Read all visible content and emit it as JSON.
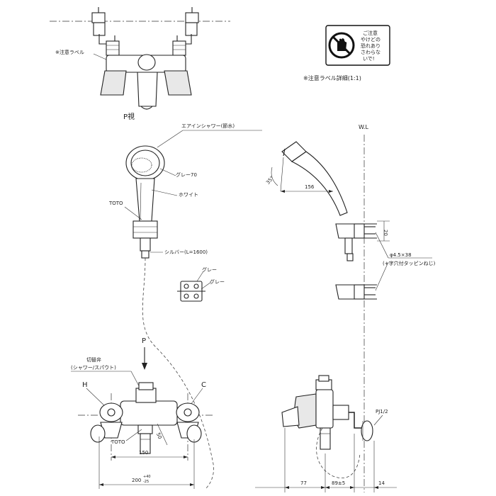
{
  "labels": {
    "caution_label": "※注意ラベル",
    "caution_label_detail": "※注意ラベル詳細(1:1)",
    "caution_badge_text": [
      "ご注意",
      "やけどの",
      "恐れあり",
      "さわらな",
      "いで!"
    ],
    "p_view": "P視",
    "p_arrow": "P",
    "aerated_shower": "エアインシャワー(節水)",
    "gray70": "グレー70",
    "white": "ホワイト",
    "toto_hose": "TOTO",
    "silver_hose": "シルバー(L=1600)",
    "gray_a": "グレー",
    "gray_b": "グレー",
    "switch_valve": "切替弁",
    "switch_valve_modes": "(シャワー/スパウト)",
    "hot": "H",
    "cold": "C",
    "toto_body": "TOTO",
    "wl": "W.L",
    "angle": "35°",
    "screw": "φ4.5×38",
    "screw_note": "(+字穴付タッピンねじ)",
    "pj": "PJ1/2"
  },
  "dimensions": {
    "d156": "156",
    "d20": "20",
    "d50": "50",
    "d150": "150",
    "d200": "200",
    "d200_tol_plus": "+40",
    "d200_tol_minus": "-25",
    "d77": "77",
    "d89": "89±5",
    "d14": "14"
  },
  "colors": {
    "line": "#222222",
    "badge": "#111111"
  }
}
